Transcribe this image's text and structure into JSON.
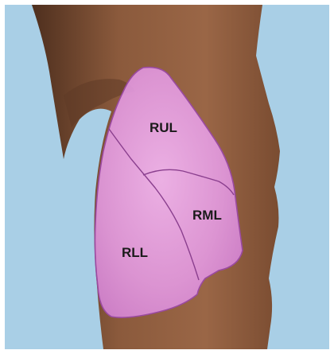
{
  "labels": {
    "rul": "RUL",
    "rml": "RML",
    "rll": "RLL"
  },
  "colors": {
    "background": "#a9cfe6",
    "skin": "#8a5a3e",
    "skin_shadow": "#5e3a26",
    "lung_fill": "#e39be0",
    "lung_border": "#9a4aa0",
    "fissure": "#8a3f8e"
  }
}
